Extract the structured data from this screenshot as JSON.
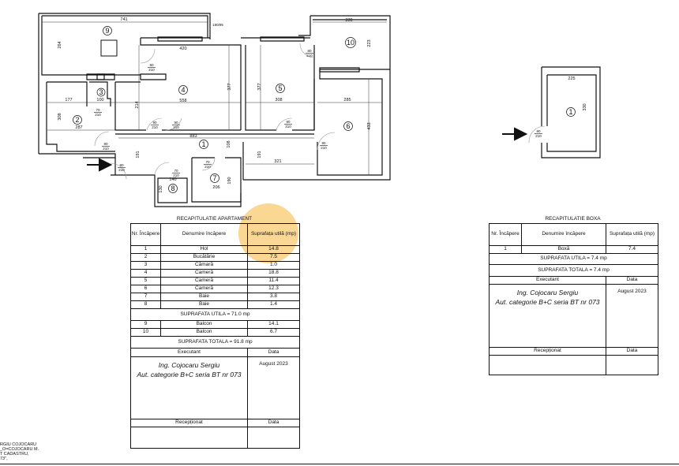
{
  "plan": {
    "dimensions": [
      "741",
      "264",
      "420",
      "558",
      "377",
      "177",
      "100",
      "308",
      "287",
      "214",
      "883",
      "191",
      "108",
      "140",
      "206",
      "130",
      "190",
      "377",
      "308",
      "285",
      "433",
      "321",
      "191",
      "330",
      "223",
      "180/95"
    ],
    "rooms": [
      "9",
      "4",
      "3",
      "2",
      "1",
      "7",
      "8",
      "5",
      "10",
      "6"
    ],
    "doors": [
      {
        "w": "80",
        "h": "210"
      },
      {
        "w": "80",
        "h": "210"
      },
      {
        "w": "90",
        "h": "210"
      },
      {
        "w": "90",
        "h": "210"
      },
      {
        "w": "90",
        "h": "210"
      },
      {
        "w": "70",
        "h": "210"
      },
      {
        "w": "70",
        "h": "210"
      },
      {
        "w": "70",
        "h": "210"
      },
      {
        "w": "90",
        "h": "210"
      },
      {
        "w": "90",
        "h": "210"
      },
      {
        "w": "80",
        "h": "210"
      }
    ]
  },
  "boxa_plan": {
    "dimensions": [
      "225",
      "330"
    ],
    "room": "1",
    "door": {
      "w": "80",
      "h": "210"
    }
  },
  "apartment_table": {
    "title": "RECAPITULATIE APARTAMENT",
    "headers": [
      "Nr. Încăpere",
      "Denumire încăpere",
      "Suprafața utilă (mp)"
    ],
    "rows": [
      [
        "1",
        "Hol",
        "14.8"
      ],
      [
        "2",
        "Bucătărie",
        "7.5"
      ],
      [
        "3",
        "Cămară",
        "1.0"
      ],
      [
        "4",
        "Cameră",
        "18.8"
      ],
      [
        "5",
        "Cameră",
        "11.4"
      ],
      [
        "6",
        "Cameră",
        "12.3"
      ],
      [
        "7",
        "Baie",
        "3.8"
      ],
      [
        "8",
        "Baie",
        "1.4"
      ]
    ],
    "util_total": "SUPRAFATA UTILA = 71.0 mp",
    "balcony_rows": [
      [
        "9",
        "Balcon",
        "14.1"
      ],
      [
        "10",
        "Balcon",
        "6.7"
      ]
    ],
    "grand_total": "SUPRAFATA TOTALA = 91.8 mp",
    "executant_label": "Executant",
    "data_label": "Data",
    "executant_line1": "Ing.  Cojocaru Sergiu",
    "executant_line2": "Aut. categorie B+C seria BT nr 073",
    "date": "August 2023",
    "receptionat_label": "Recepționat",
    "data_label2": "Data"
  },
  "boxa_table": {
    "title": "RECAPITULATIE BOXA",
    "headers": [
      "Nr. Încăpere",
      "Denumire încăpere",
      "Suprafața utilă (mp)"
    ],
    "rows": [
      [
        "1",
        "Boxă",
        "7.4"
      ]
    ],
    "util_total": "SUPRAFATA UTILA = 7.4 mp",
    "grand_total": "SUPRAFATA TOTALA = 7.4 mp",
    "executant_label": "Executant",
    "data_label": "Data",
    "executant_line1": "Ing.  Cojocaru Sergiu",
    "executant_line2": "Aut. categorie B+C seria BT nr 073",
    "date": "August 2023",
    "receptionat_label": "Recepționat",
    "data_label2": "Data"
  },
  "signature_text": [
    "RGIU COJOCARU",
    "_O=COJOCARU M.",
    "T CADASTRU,",
    "73\","
  ],
  "colors": {
    "watermark": "#f5b73a",
    "lines": "#111111"
  }
}
